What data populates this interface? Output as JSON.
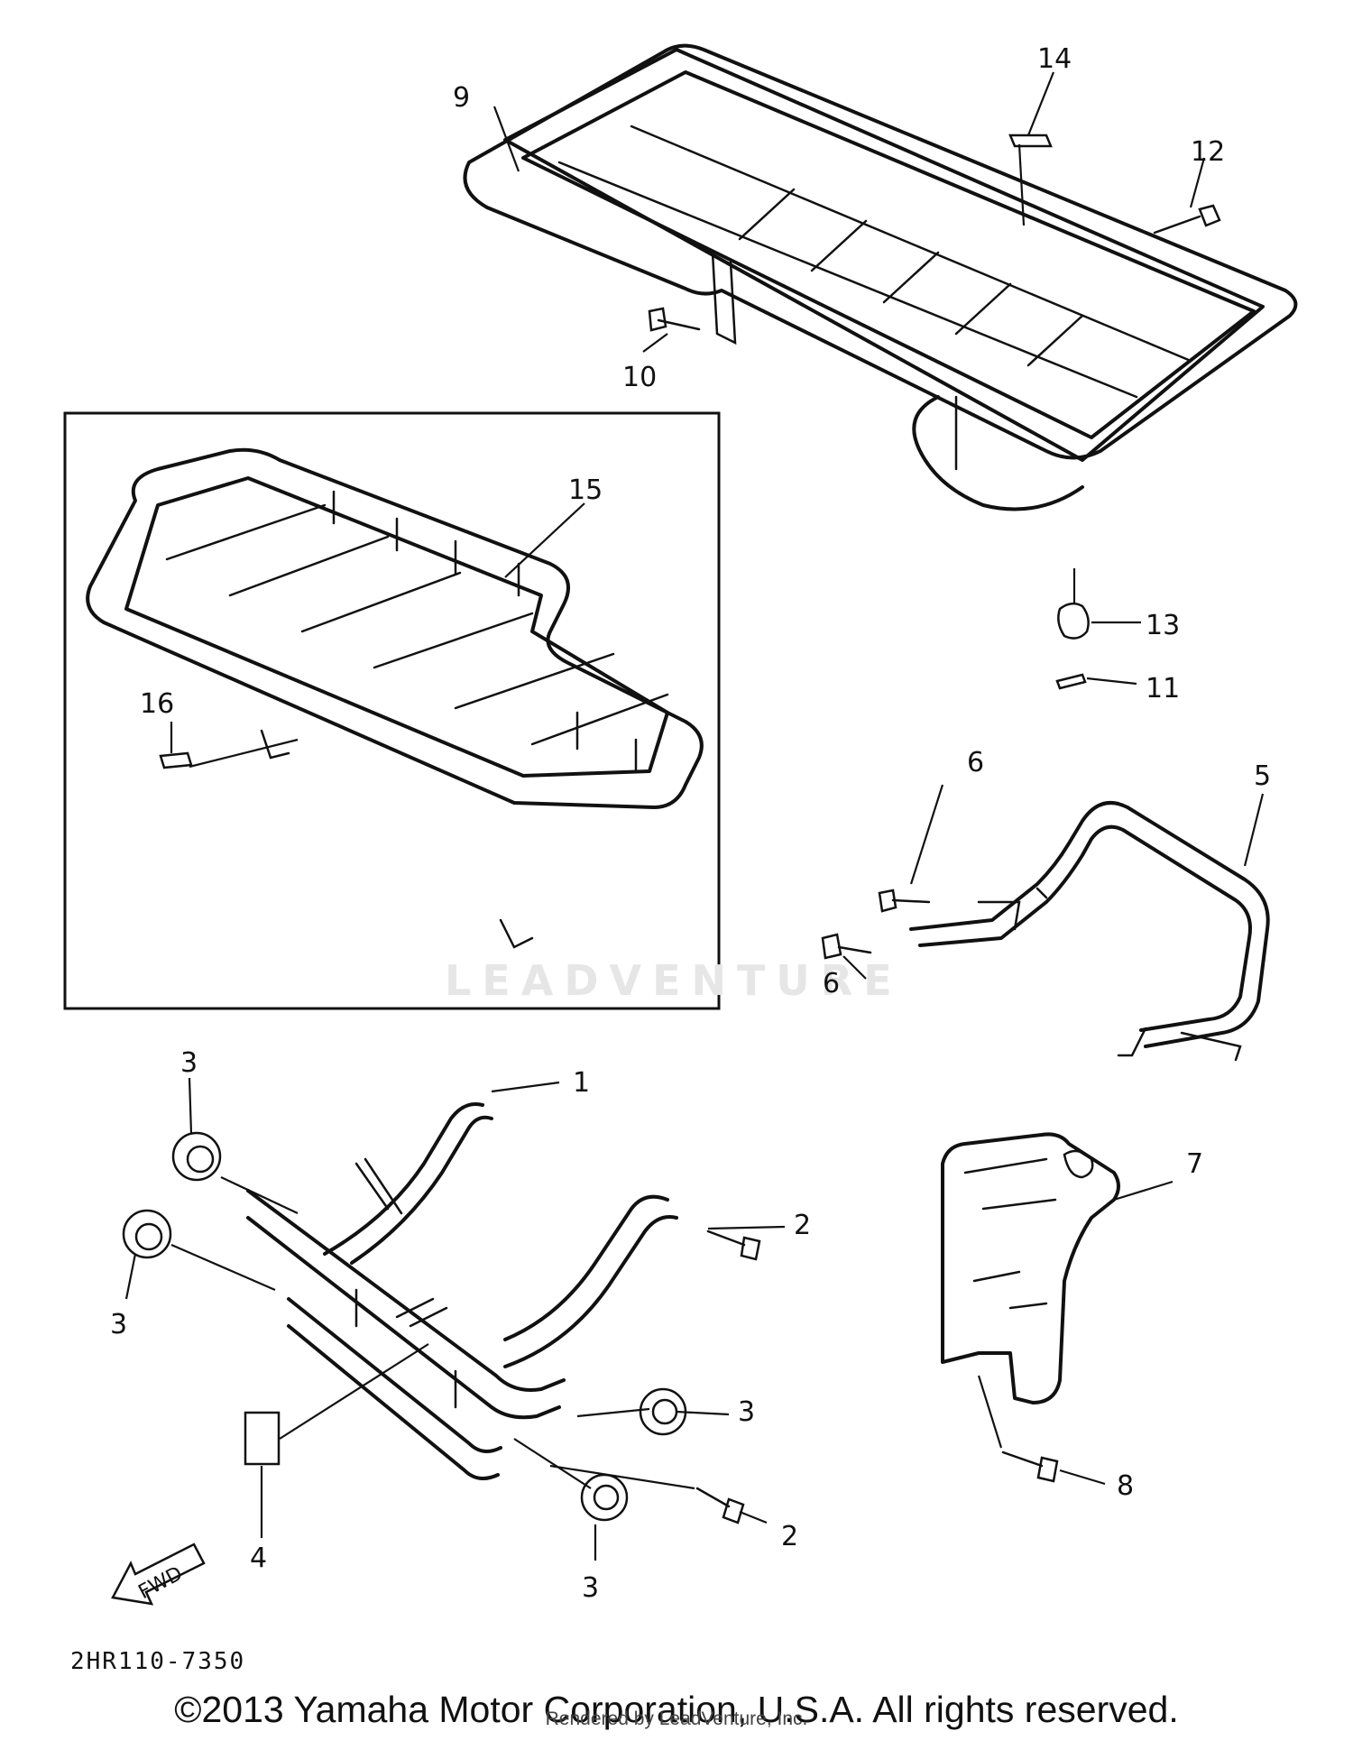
{
  "callouts": {
    "c1": "1",
    "c2a": "2",
    "c2b": "2",
    "c3a": "3",
    "c3b": "3",
    "c3c": "3",
    "c3d": "3",
    "c4": "4",
    "c5": "5",
    "c6a": "6",
    "c6b": "6",
    "c7": "7",
    "c8": "8",
    "c9": "9",
    "c10": "10",
    "c11": "11",
    "c12": "12",
    "c13": "13",
    "c14": "14",
    "c15": "15",
    "c16": "16"
  },
  "fwd_label": "FWD",
  "watermark": "LEADVENTURE",
  "diagram_code": "2HR110-7350",
  "copyright": "©2013 Yamaha Motor Corporation, U.S.A. All rights reserved.",
  "rendered_by": "Rendered by LeadVenture, Inc."
}
